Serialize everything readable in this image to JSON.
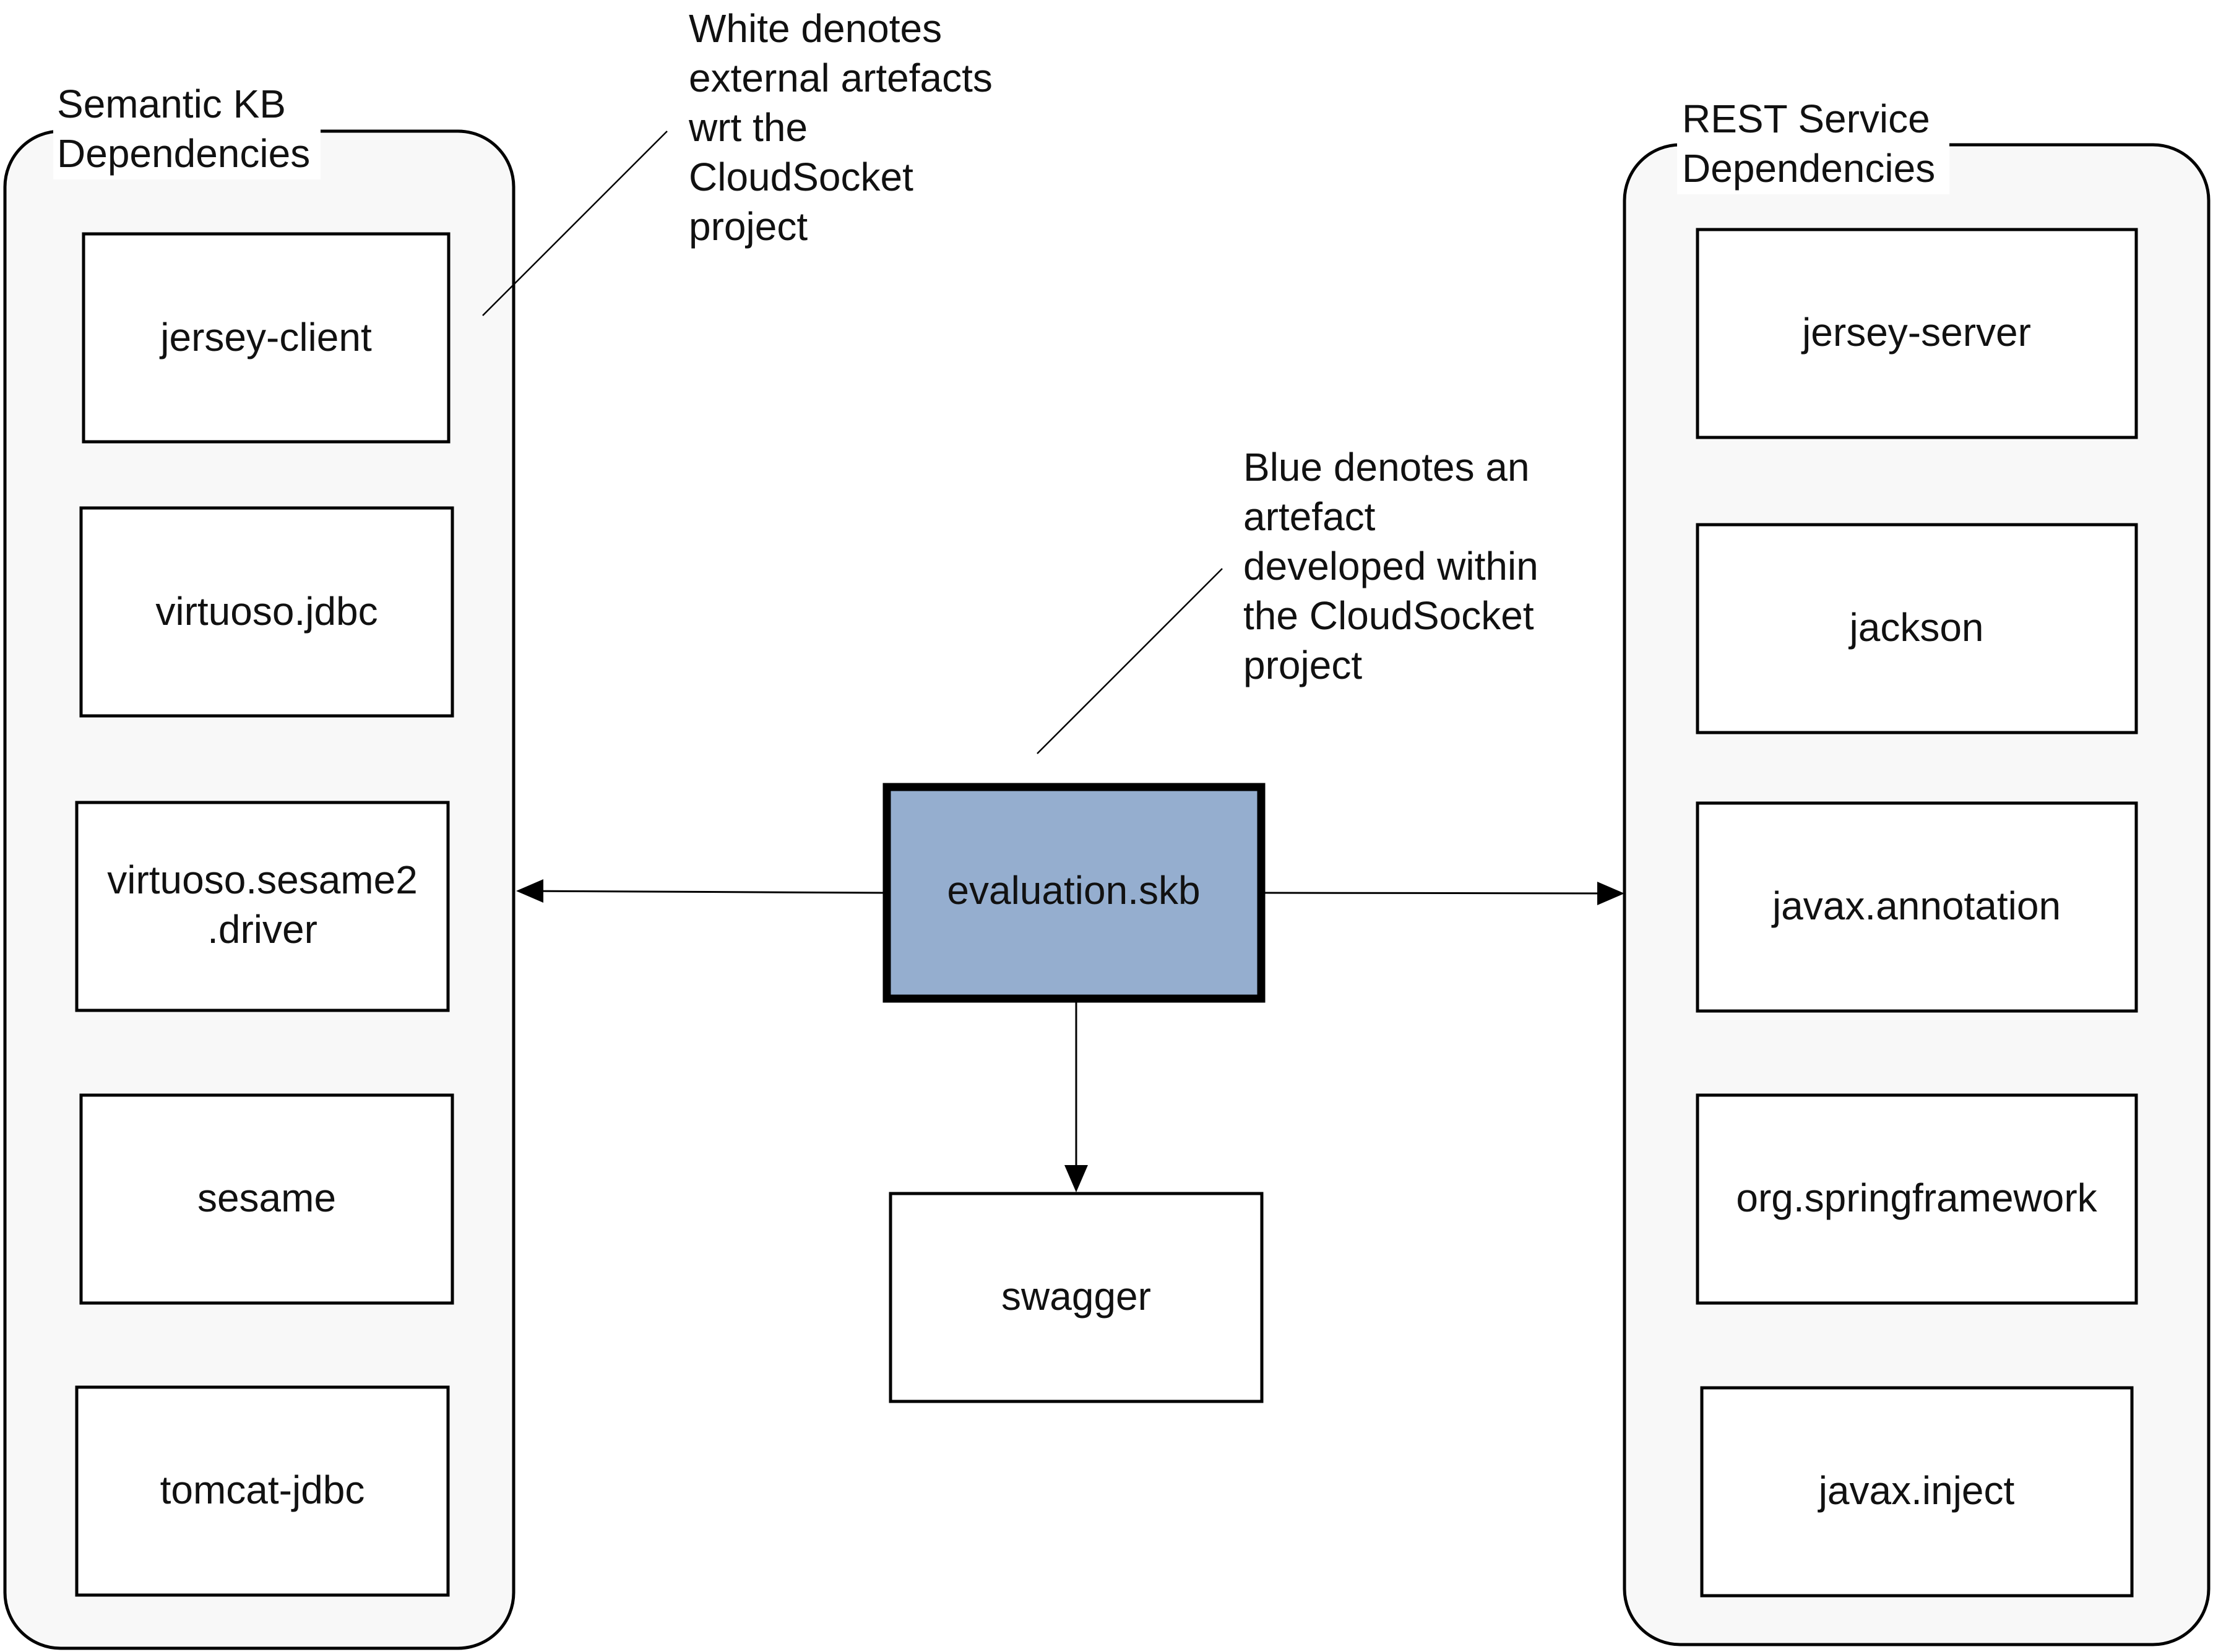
{
  "groups": {
    "semantic_kb": {
      "title_lines": [
        "Semantic KB",
        "Dependencies"
      ],
      "items": [
        {
          "lines": [
            "jersey-client"
          ]
        },
        {
          "lines": [
            "virtuoso.jdbc"
          ]
        },
        {
          "lines": [
            "virtuoso.sesame2",
            ".driver"
          ]
        },
        {
          "lines": [
            "sesame"
          ]
        },
        {
          "lines": [
            "tomcat-jdbc"
          ]
        }
      ]
    },
    "rest_service": {
      "title_lines": [
        "REST Service",
        "Dependencies"
      ],
      "items": [
        {
          "lines": [
            "jersey-server"
          ]
        },
        {
          "lines": [
            "jackson"
          ]
        },
        {
          "lines": [
            "javax.annotation"
          ]
        },
        {
          "lines": [
            "org.springframework"
          ]
        },
        {
          "lines": [
            "javax.inject"
          ]
        }
      ]
    }
  },
  "center": {
    "main": {
      "lines": [
        "evaluation.skb"
      ]
    },
    "swagger": {
      "lines": [
        "swagger"
      ]
    }
  },
  "notes": {
    "white": {
      "lines": [
        "White denotes",
        "external artefacts",
        "wrt the",
        "CloudSocket",
        "project"
      ]
    },
    "blue": {
      "lines": [
        "Blue denotes an",
        "artefact",
        "developed within",
        "the CloudSocket",
        "project"
      ]
    }
  },
  "colors": {
    "internal_artefact": "#95aecf",
    "external_artefact": "#ffffff",
    "group_fill": "#f8f8f8",
    "stroke": "#000000"
  }
}
